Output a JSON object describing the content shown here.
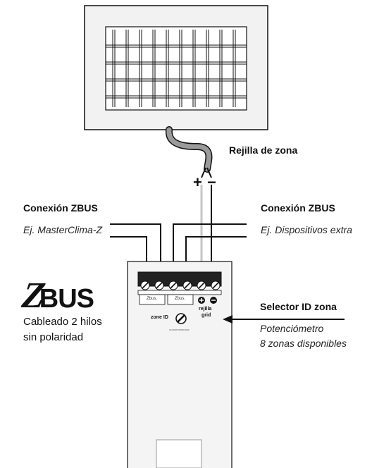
{
  "grille": {
    "label": "Rejilla de zona"
  },
  "wires": {
    "plus": "+",
    "minus": "−"
  },
  "left_connection": {
    "title": "Conexión ZBUS",
    "example": "Ej. MasterClima-Z"
  },
  "right_connection": {
    "title": "Conexión ZBUS",
    "example": "Ej. Dispositivos extra"
  },
  "logo": {
    "z": "Z",
    "rest": "BUS"
  },
  "wiring_note": {
    "line1": "Cableado 2 hilos",
    "line2": "sin polaridad"
  },
  "module": {
    "terminal_label_1": "Zbus.",
    "terminal_label_2": "Zbus.",
    "grid_label_1": "rejilla",
    "grid_label_2": "grid",
    "selector_label": "zone ID",
    "dial_chars": "0123456789ABCDEF"
  },
  "selector": {
    "title": "Selector ID zona",
    "line1": "Potenciómetro",
    "line2": "8 zonas disponibles"
  },
  "colors": {
    "line": "#111111",
    "gray_wire": "#bfbfbf",
    "frame": "#f2f2f2",
    "panel": "#f4f4f4"
  }
}
